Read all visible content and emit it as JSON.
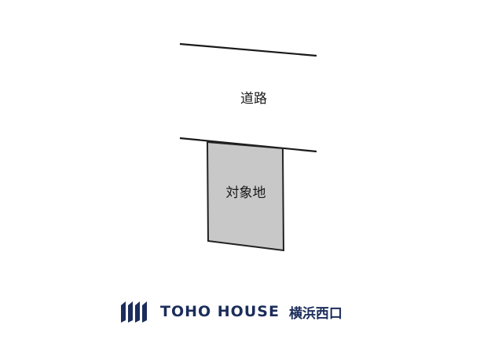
{
  "diagram": {
    "road_label": "道路",
    "lot_label": "対象地"
  },
  "logo": {
    "brand": "TOHO HOUSE",
    "branch": "横浜西口"
  },
  "colors": {
    "lot_fill": "#c8c8c8",
    "lines": "#1a1a1a",
    "brand_navy": "#1b2d5b"
  }
}
